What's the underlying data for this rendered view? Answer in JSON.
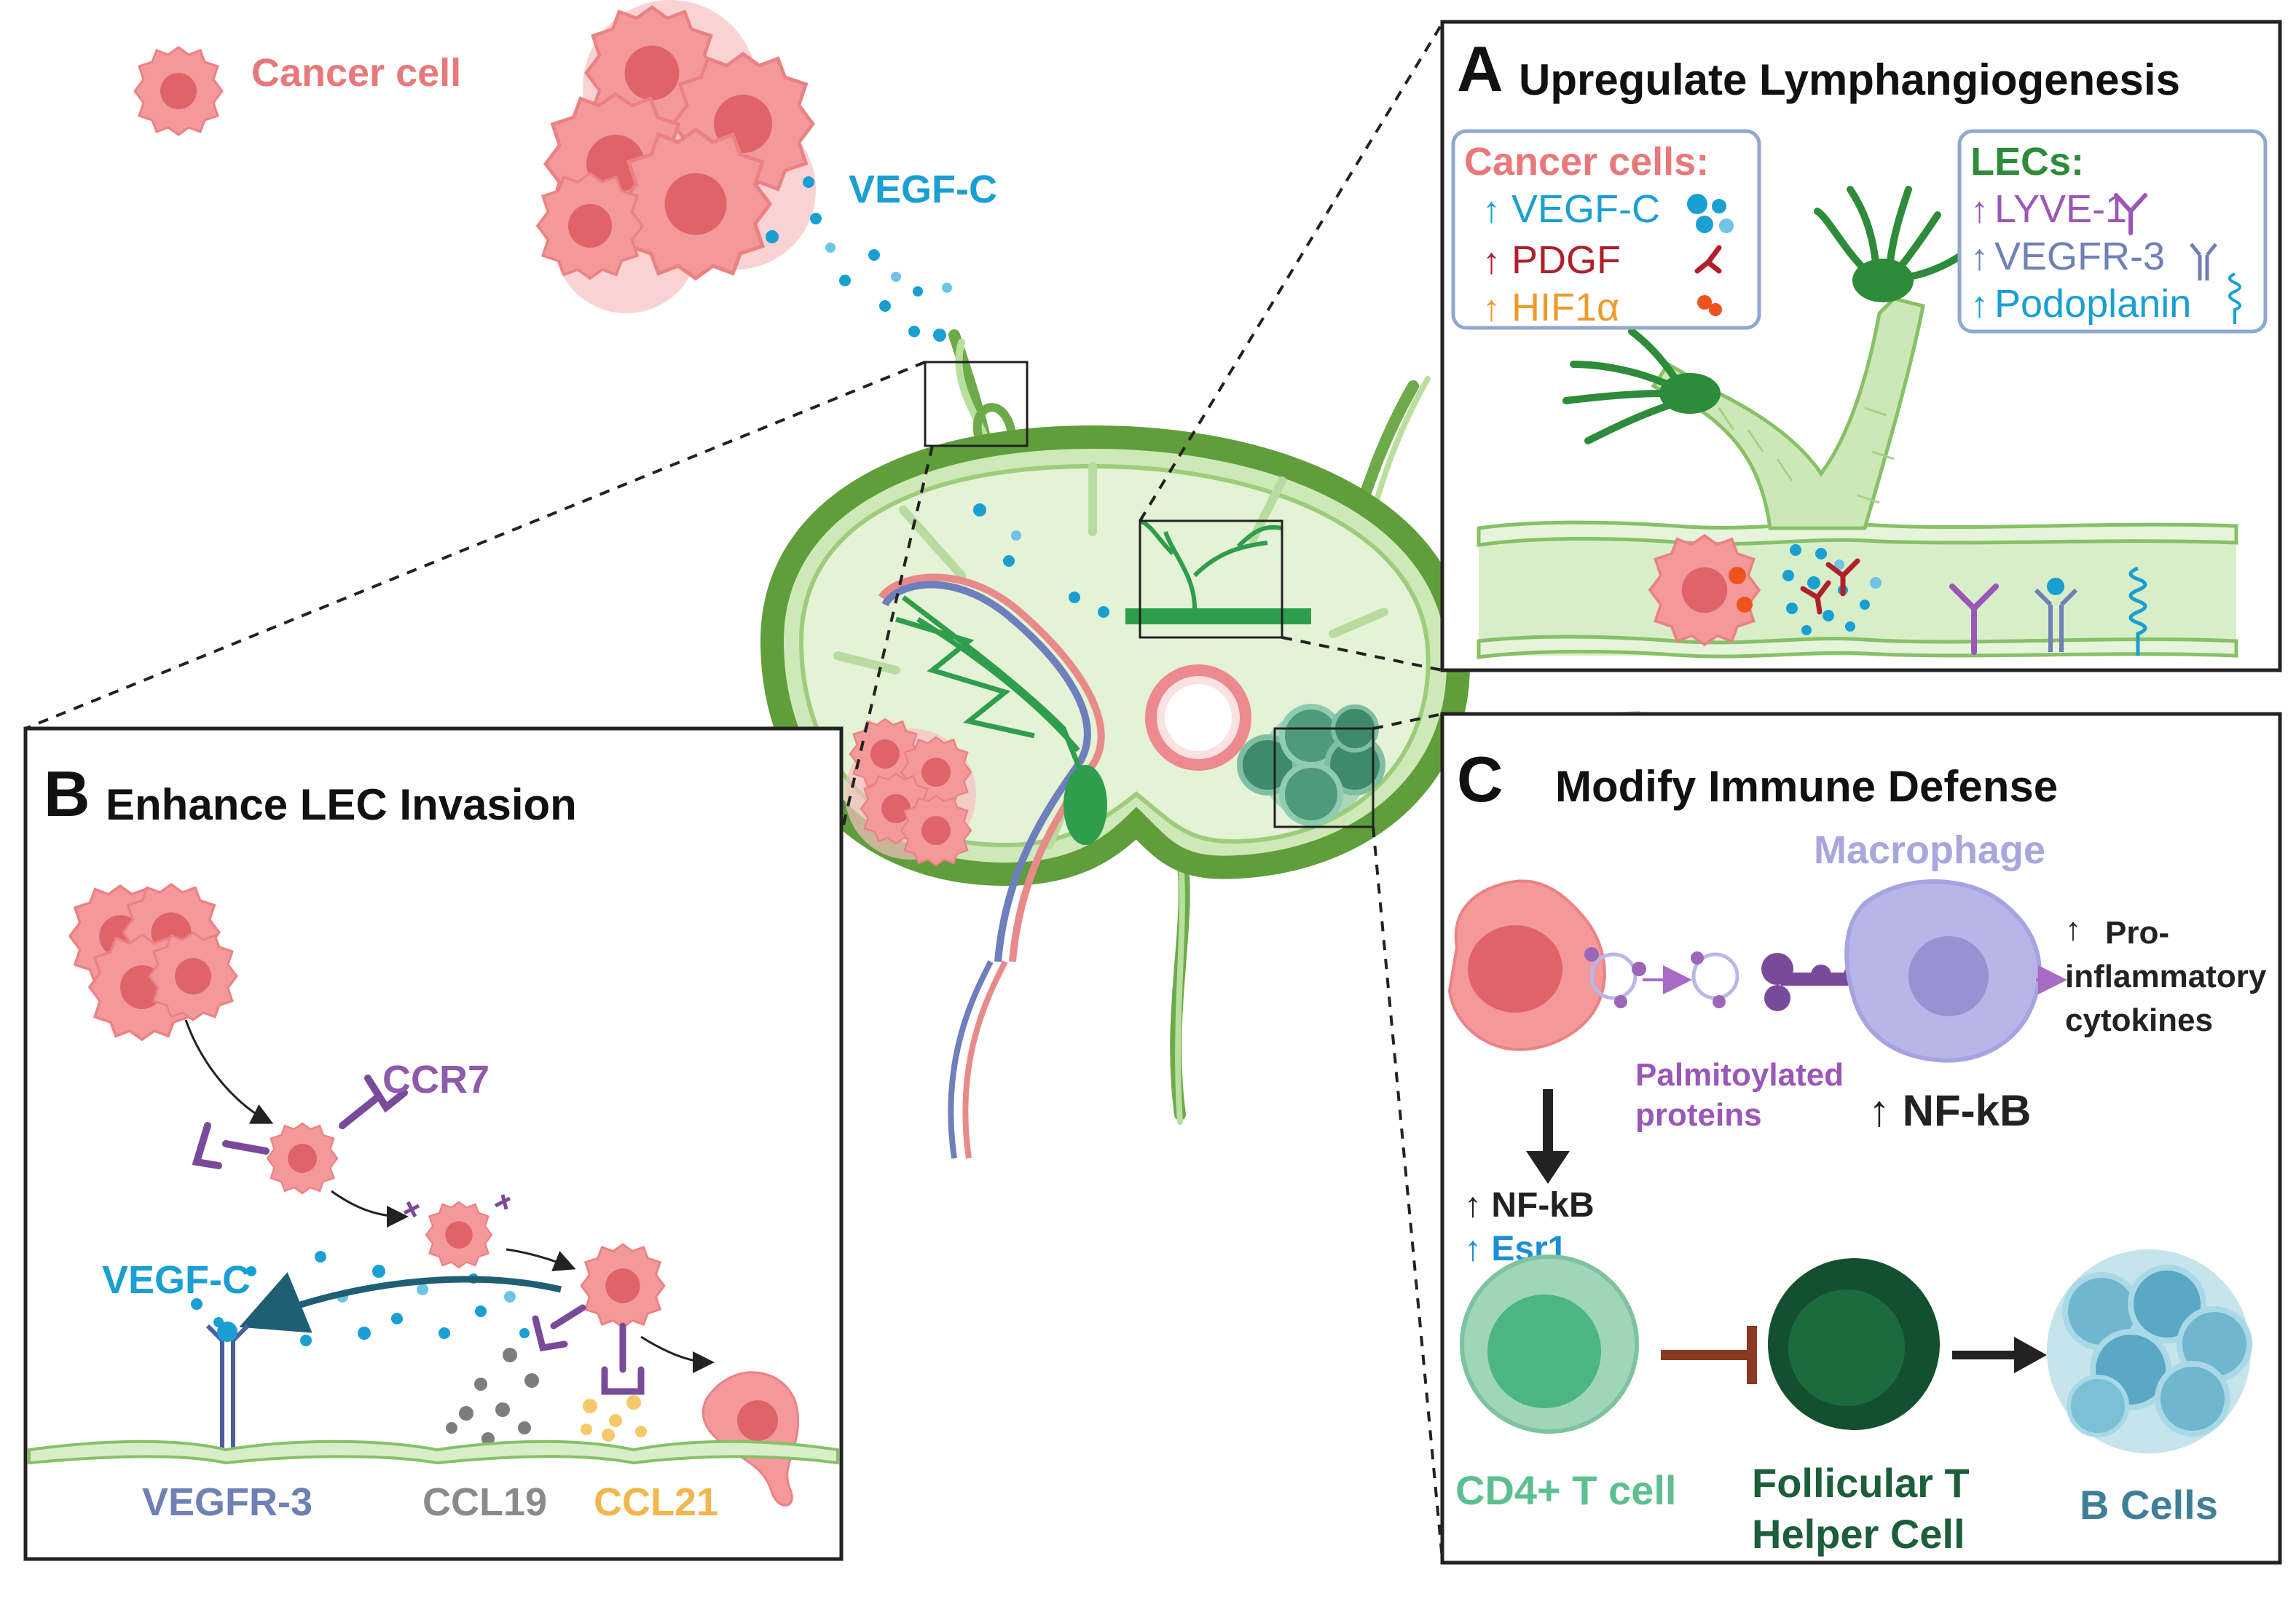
{
  "legend": {
    "cancer_cell": "Cancer cell"
  },
  "top": {
    "vegfc": "VEGF-C"
  },
  "panel_a": {
    "letter": "A",
    "title": "Upregulate Lymphangiogenesis",
    "cancer_box": {
      "heading": "Cancer cells:",
      "items": [
        {
          "arrow": "↑",
          "label": "VEGF-C",
          "color": "#1a9fd3"
        },
        {
          "arrow": "↑",
          "label": "PDGF",
          "color": "#b0202a"
        },
        {
          "arrow": "↑",
          "label": "HIF1α",
          "color": "#f09a2c"
        }
      ]
    },
    "lec_box": {
      "heading": "LECs:",
      "items": [
        {
          "arrow": "↑",
          "label": "LYVE-1",
          "color": "#9b57b8"
        },
        {
          "arrow": "↑",
          "label": "VEGFR-3",
          "color": "#6f80b5"
        },
        {
          "arrow": "↑",
          "label": "Podoplanin",
          "color": "#1a9fd3"
        }
      ]
    }
  },
  "panel_b": {
    "letter": "B",
    "title": "Enhance LEC Invasion",
    "ccr7": "CCR7",
    "vegfc": "VEGF-C",
    "vegfr3": "VEGFR-3",
    "ccl19": "CCL19",
    "ccl21": "CCL21"
  },
  "panel_c": {
    "letter": "C",
    "title": "Modify Immune Defense",
    "macrophage": "Macrophage",
    "pro_arrow": "↑",
    "pro_line1": "Pro-",
    "pro_line2": "inflammatory",
    "pro_line3": "cytokines",
    "palm_line1": "Palmitoylated",
    "palm_line2": "proteins",
    "nfkb_macro": "↑  NF-kB",
    "nfkb_t": "↑  NF-kB",
    "esr1": "↑  Esr1",
    "cd4": "CD4+ T cell",
    "tfh_line1": "Follicular T",
    "tfh_line2": "Helper Cell",
    "bcells": "B Cells"
  },
  "colors": {
    "cancer": "#f08080",
    "cancer_text": "#e8787a",
    "vegfc_blue": "#1a9fd3",
    "lec_green": "#2e8b3a",
    "node_green": "#5f9e3a",
    "macrophage": "#a8a6e0",
    "purple": "#9b57b8",
    "cd4_green": "#4cb582",
    "tfh_green": "#1c5e3a",
    "bcell_blue": "#4a8fa6"
  }
}
